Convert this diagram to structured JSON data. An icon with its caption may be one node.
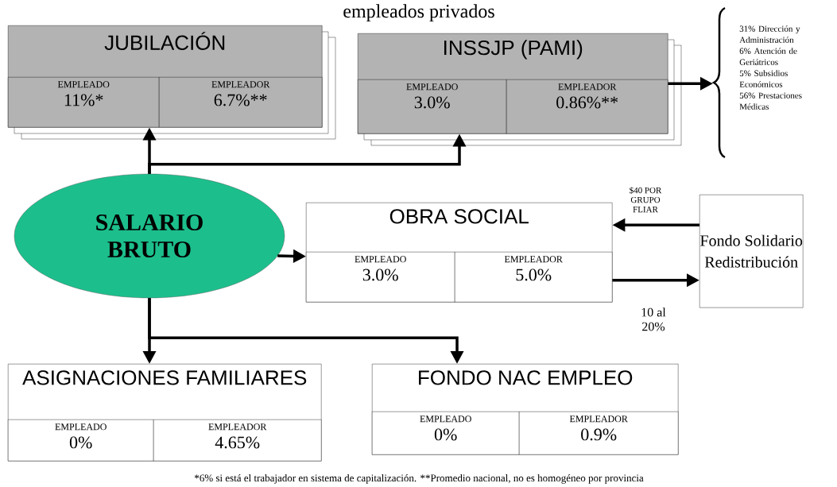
{
  "diagram": {
    "title": "empleados privados",
    "nodes": [
      {
        "text": [
          "JUBILACIÓN"
        ]
      },
      {
        "text": [
          "EMPLEADO",
          "11%*"
        ],
        "in": 0
      },
      {
        "text": [
          "EMPLEADOR",
          "6.7%**"
        ],
        "in": 0
      },
      {
        "text": [
          "INSSJP (PAMI)"
        ]
      },
      {
        "text": [
          "EMPLEADO",
          "3.0%"
        ],
        "in": 3
      },
      {
        "text": [
          "EMPLEADOR",
          "0.86%**"
        ],
        "in": 3
      },
      {
        "text": [
          "31% Dirección y Administración",
          "6% Atención de Geriátricos",
          "5% Subsidios Económicos",
          "56% Prestaciones Médicas"
        ]
      },
      {
        "text": [
          "SALARIO BRUTO"
        ]
      },
      {
        "text": [
          "OBRA SOCIAL"
        ]
      },
      {
        "text": [
          "EMPLEADO",
          "3.0%"
        ],
        "in": 8
      },
      {
        "text": [
          "EMPLEADOR",
          "5.0%"
        ],
        "in": 8
      },
      {
        "text": [
          "Fondo Solidario Redistribución"
        ]
      },
      {
        "text": [
          "ASIGNACIONES FAMILIARES"
        ]
      },
      {
        "text": [
          "EMPLEADO",
          "0%"
        ],
        "in": 12
      },
      {
        "text": [
          "EMPLEADOR",
          "4.65%"
        ],
        "in": 12
      },
      {
        "text": [
          "FONDO NAC EMPLEO"
        ]
      },
      {
        "text": [
          "EMPLEADO",
          "0%"
        ],
        "in": 15
      },
      {
        "text": [
          "EMPLEADOR",
          "0.9%"
        ],
        "in": 15
      }
    ],
    "edges": [
      {
        "from": 7,
        "to": 0,
        "arrow": "to"
      },
      {
        "from": 7,
        "to": 3,
        "arrow": "to"
      },
      {
        "from": 3,
        "to": 6,
        "arrow": "to"
      },
      {
        "from": 7,
        "to": 8,
        "arrow": "to"
      },
      {
        "from": 11,
        "to": 8,
        "arrow": "to",
        "label": "$40 POR GRUPO FLIAR"
      },
      {
        "from": 8,
        "to": 11,
        "arrow": "to",
        "label": "10 al 20%"
      },
      {
        "from": 7,
        "to": 12,
        "arrow": "to"
      },
      {
        "from": 7,
        "to": 15,
        "arrow": "to"
      }
    ],
    "caption": "*6% si está el trabajador en sistema de capitalización. **Promedio nacional, no es homogéneo por provincia"
  }
}
